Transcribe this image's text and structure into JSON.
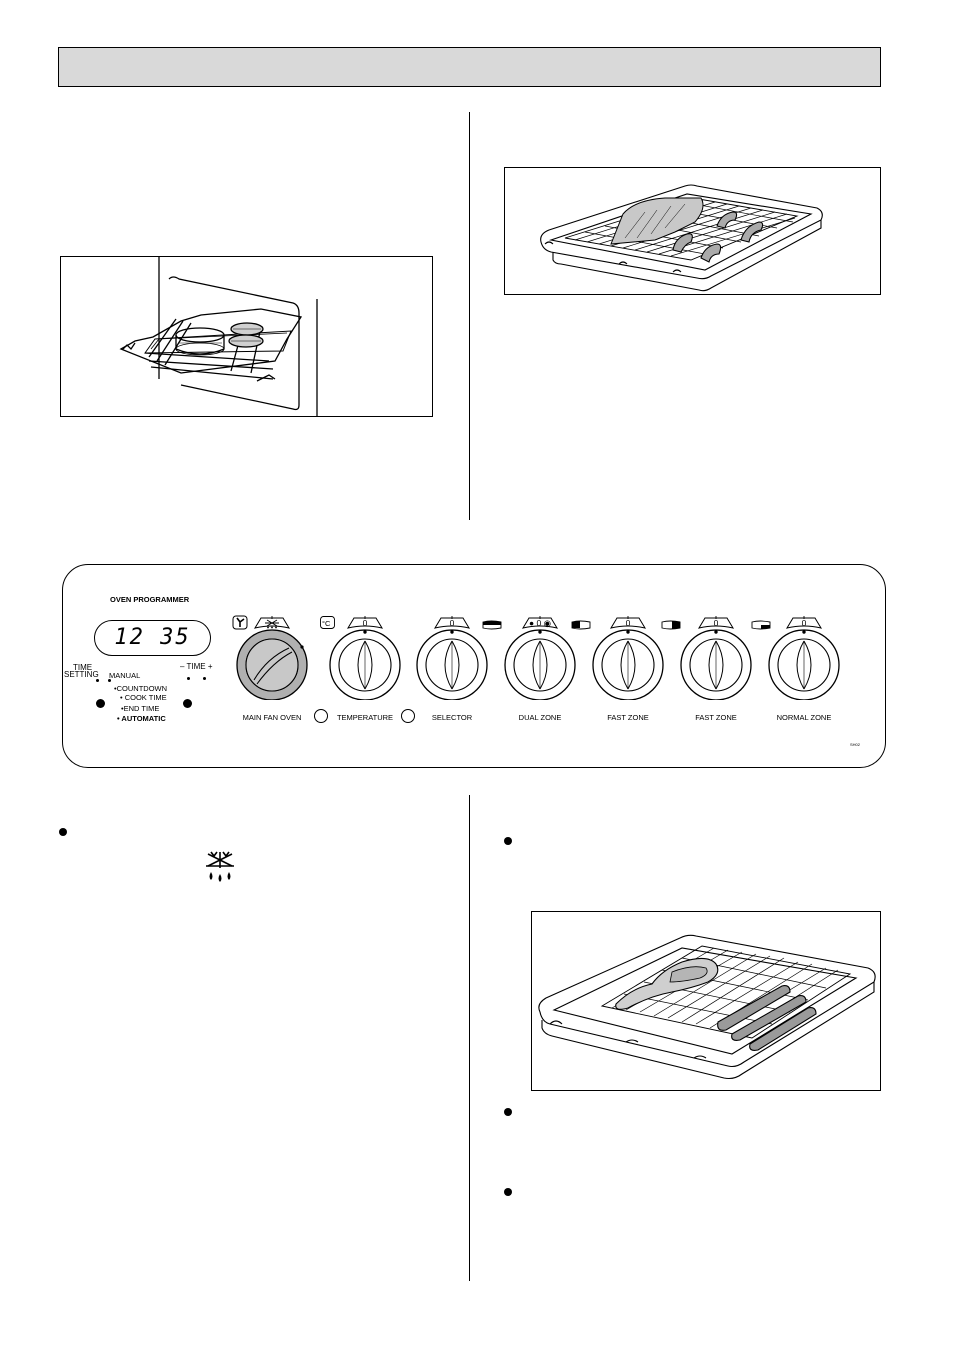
{
  "header": {
    "title": ""
  },
  "control_panel": {
    "programmer_title": "OVEN PROGRAMMER",
    "display_time": "12 35",
    "time_setting_label_1": "TIME",
    "time_setting_label_2": "SETTING",
    "time_adjust_label": "– TIME +",
    "modes": [
      "MANUAL",
      "•COUNTDOWN",
      "• COOK TIME",
      "•END TIME",
      "• AUTOMATIC"
    ],
    "knobs": [
      {
        "label": "MAIN FAN OVEN",
        "top_mark": ""
      },
      {
        "label": "TEMPERATURE",
        "top_mark": "0"
      },
      {
        "label": "SELECTOR",
        "top_mark": "0"
      },
      {
        "label": "DUAL ZONE",
        "top_mark": "● 0 ◉"
      },
      {
        "label": "FAST ZONE",
        "top_mark": "0"
      },
      {
        "label": "FAST ZONE",
        "top_mark": "0"
      },
      {
        "label": "NORMAL ZONE",
        "top_mark": "0"
      }
    ],
    "celsius_symbol": "°C",
    "diagram_code": "SH02"
  },
  "colors": {
    "header_bar": "#d9d9d9",
    "main_knob": "#b0b0b0"
  }
}
